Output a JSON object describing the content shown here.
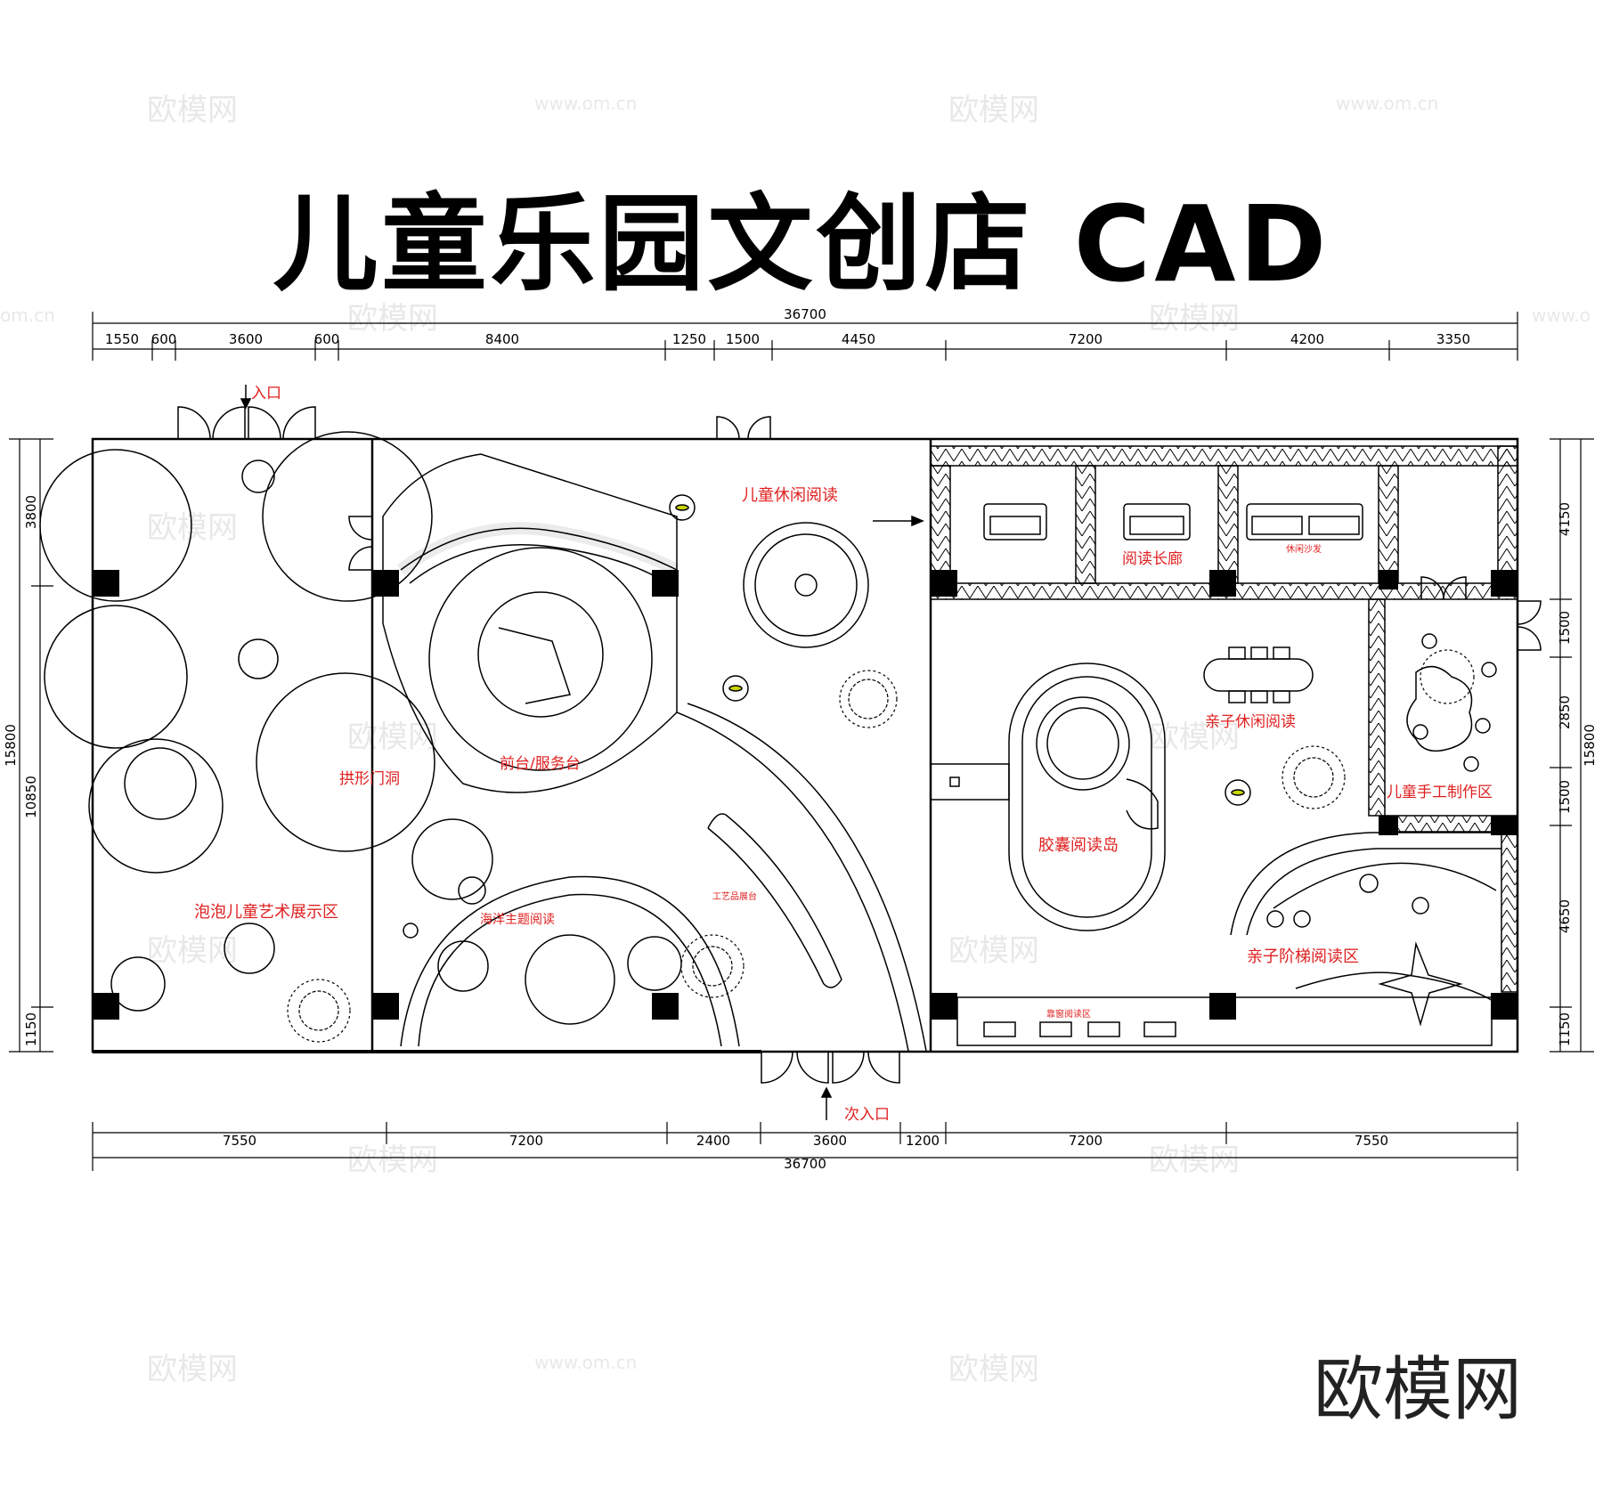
{
  "title": "儿童乐园文创店 CAD",
  "brand": "欧模网",
  "watermarks": {
    "logo": "欧模网",
    "url": "www.om.cn",
    "url_partial": "om.cn",
    "url_partial2": "www.o"
  },
  "dimensions": {
    "top_total": "36700",
    "top_segments": [
      "1550",
      "600",
      "3600",
      "600",
      "8400",
      "1250",
      "1500",
      "4450",
      "7200",
      "4200",
      "3350"
    ],
    "bottom_segments": [
      "7550",
      "7200",
      "2400",
      "3600",
      "1200",
      "7200",
      "7550"
    ],
    "bottom_total": "36700",
    "left_total": "15800",
    "left_segments": [
      "3800",
      "10850",
      "1150"
    ],
    "right_total": "15800",
    "right_segments": [
      "4150",
      "1500",
      "2850",
      "1500",
      "4650",
      "1150"
    ]
  },
  "labels": {
    "entrance": "入口",
    "secondary_entrance": "次入口",
    "kids_leisure_reading": "儿童休闲阅读",
    "reading_gallery": "阅读长廊",
    "leisure_sofa": "休闲沙发",
    "arch_doorway": "拱形门洞",
    "reception": "前台/服务台",
    "parent_child_leisure": "亲子休闲阅读",
    "kids_handcraft": "儿童手工制作区",
    "capsule_island": "胶囊阅读岛",
    "bubble_art": "泡泡儿童艺术展示区",
    "crafts_display": "工艺品展台",
    "ocean_reading": "海洋主题阅读",
    "parent_child_steps": "亲子阶梯阅读区",
    "window_reading": "靠窗阅读区"
  },
  "colors": {
    "label": "#e02020",
    "line": "#000000",
    "seat_accent": "#c8d400"
  }
}
